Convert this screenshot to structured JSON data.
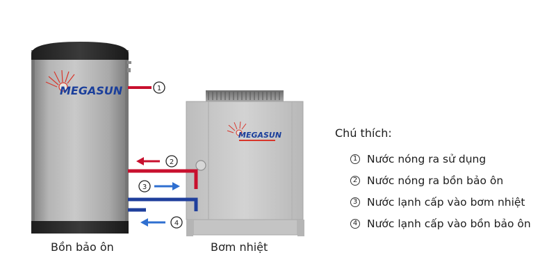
{
  "tank": {
    "brand": "MEGASUN",
    "caption": "Bồn bảo ôn"
  },
  "heat_pump": {
    "brand": "MEGASUN",
    "caption": "Bơm nhiệt"
  },
  "markers": [
    "1",
    "2",
    "3",
    "4"
  ],
  "legend": {
    "title": "Chú thích:",
    "items": [
      {
        "num": "1",
        "text": "Nước nóng ra sử dụng"
      },
      {
        "num": "2",
        "text": "Nước nóng ra bồn bảo ôn"
      },
      {
        "num": "3",
        "text": "Nước lạnh cấp vào bơm nhiệt"
      },
      {
        "num": "4",
        "text": "Nước lạnh cấp vào bồn bảo ôn"
      }
    ]
  },
  "colors": {
    "hot": "#c8102e",
    "cold": "#1f3f9c",
    "arrow_blue": "#2f6fd0",
    "tank": "#9b9b9b",
    "unit": "#c9c9c9"
  }
}
